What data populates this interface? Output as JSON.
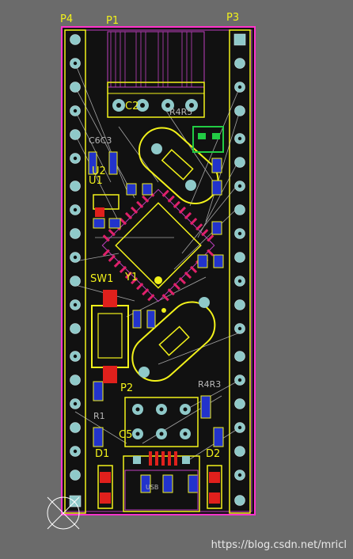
{
  "colors": {
    "background": "#6b6b6b",
    "board": "#111111",
    "outline": "#ff33cc",
    "silk": "#f2f21a",
    "pad": "#8fc9c9",
    "smd_red": "#e0201c",
    "smd_blue": "#2233cc",
    "keepout": "#c040c0",
    "green": "#22cc44"
  },
  "designators": {
    "p4": "P4",
    "p1": "P1",
    "p3": "P3",
    "u2": "U2",
    "u1": "U1",
    "sw1": "SW1",
    "y1": "Y1",
    "p2": "P2",
    "d1": "D1",
    "d2": "D2",
    "c6c3": "C6C3",
    "c2": "C2",
    "r4r5": "R4R5",
    "r4r3": "R4R3",
    "c5": "C5",
    "r1": "R1",
    "usb": "USB"
  },
  "watermark": "https://blog.csdn.net/mricl"
}
